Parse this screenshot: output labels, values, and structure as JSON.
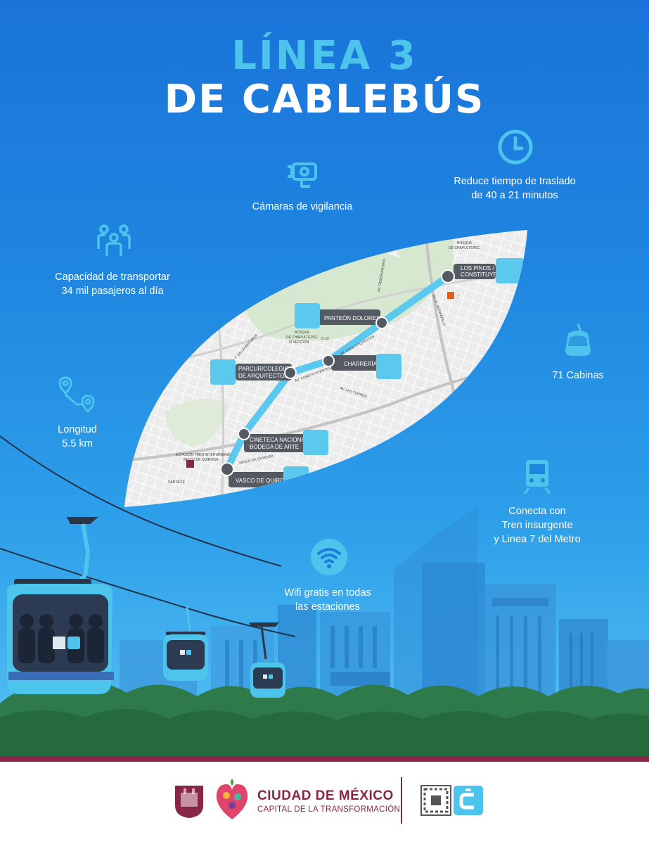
{
  "title": {
    "line1": "LÍNEA 3",
    "line2": "DE CABLEBÚS"
  },
  "features": {
    "cameras": {
      "text": "Cámaras de vigilancia",
      "icon": "camera-icon"
    },
    "time": {
      "line1": "Reduce  tiempo de traslado",
      "line2": "de 40 a 21 minutos",
      "icon": "clock-icon"
    },
    "capacity": {
      "line1": "Capacidad de transportar",
      "line2": "34 mil pasajeros al día",
      "icon": "people-icon"
    },
    "cabins": {
      "text": "71 Cabinas",
      "icon": "cabin-icon"
    },
    "length": {
      "line1": "Longitud",
      "line2": "5.5 km",
      "icon": "route-icon"
    },
    "connects": {
      "line1": "Conecta  con",
      "line2": "Tren insurgente",
      "line3": "y Linea 7 del Metro",
      "icon": "train-icon"
    },
    "wifi": {
      "line1": "Wifi gratis en todas",
      "line2": "las estaciones",
      "icon": "wifi-icon"
    }
  },
  "map": {
    "stations": [
      {
        "line1": "LOS PINOS /",
        "line2": "CONSTITUYENTES"
      },
      {
        "line1": "PANTEÓN DOLORES",
        "line2": ""
      },
      {
        "line1": "CHARRERÍA",
        "line2": ""
      },
      {
        "line1": "PARCUR/COLEGIO",
        "line2": "DE ARQUITECTOS"
      },
      {
        "line1": "CINETECA NACIONAL/",
        "line2": "BODEGA DE ARTE"
      },
      {
        "line1": "VASCO DE QUIROGA",
        "line2": ""
      }
    ],
    "area_labels": {
      "bosque_top_1": "BOSQUE",
      "bosque_top_2": "DE CHAPULTEPEC",
      "bosque_mid_1": "BOSQUE",
      "bosque_mid_2": "DE CHAPULTEPEC",
      "bosque_mid_3": "III SECCIÓN",
      "estacion_1": "ESTACIÓN TREN INTERURBANO",
      "estacion_2": "VASCO DE QUIROGA",
      "santa_fe": "SANTA FE"
    },
    "streets": {
      "constituyentes_1": "AV. CONSTITUYENTES",
      "constituyentes_2": "AV. CONSTITUYENTES",
      "las_torres": "AV. LAS TORRES",
      "vasco": "VASCO DE QUIROGA",
      "observatorio": "AV. OBSERVATORIO",
      "periferico": "BLVD. PERIFÉRICO",
      "reforma": "AV. P. DE LA REFORMA",
      "c10": "C-10",
      "metro_line": "7"
    }
  },
  "footer": {
    "city": "CIUDAD DE MÉXICO",
    "tagline": "CAPITAL DE LA TRANSFORMACIÓN"
  },
  "colors": {
    "accent_cyan": "#4cc4ec",
    "route": "#5bc8ee",
    "station_label_bg": "#555a62",
    "brand_wine": "#8a2645"
  }
}
